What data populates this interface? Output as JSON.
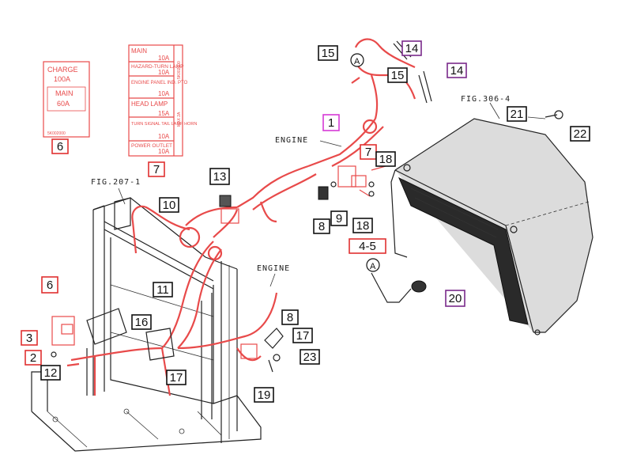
{
  "labels": {
    "engine_top": "ENGINE",
    "engine_bottom": "ENGINE",
    "fig_207": "FIG.207-1",
    "fig_306": "FIG.306-4",
    "circle_a": "A"
  },
  "charge_tag": {
    "line1": "CHARGE",
    "line2": "100A",
    "line3": "MAIN",
    "line4": "60A",
    "code": "5K002000"
  },
  "fuse_tag": {
    "rows": [
      {
        "name": "MAIN",
        "amp": "10A"
      },
      {
        "name": "HAZARD-TURN LAMP",
        "amp": "10A"
      },
      {
        "name": "ENGINE PANEL IND. PTO",
        "amp": "10A"
      },
      {
        "name": "HEAD LAMP",
        "amp": "15A"
      },
      {
        "name": "TURN SIGNAL TAIL LAMP HORN",
        "amp": "10A"
      },
      {
        "name": "POWER OUTLET",
        "amp": "10A"
      }
    ],
    "side_codes": [
      "MAX 2A",
      "5K002100"
    ]
  },
  "callouts": [
    {
      "id": "c1",
      "text": "1",
      "color": "#d63ad6"
    },
    {
      "id": "c2",
      "text": "2",
      "color": "#e03030"
    },
    {
      "id": "c3",
      "text": "3",
      "color": "#e03030"
    },
    {
      "id": "c4_5",
      "text": "4-5",
      "color": "#e03030"
    },
    {
      "id": "c6a",
      "text": "6",
      "color": "#e03030"
    },
    {
      "id": "c6b",
      "text": "6",
      "color": "#e03030"
    },
    {
      "id": "c7a",
      "text": "7",
      "color": "#e03030"
    },
    {
      "id": "c7b",
      "text": "7",
      "color": "#e03030"
    },
    {
      "id": "c8a",
      "text": "8",
      "color": "#111111"
    },
    {
      "id": "c8b",
      "text": "8",
      "color": "#111111"
    },
    {
      "id": "c9",
      "text": "9",
      "color": "#111111"
    },
    {
      "id": "c10",
      "text": "10",
      "color": "#111111"
    },
    {
      "id": "c11",
      "text": "11",
      "color": "#111111"
    },
    {
      "id": "c12",
      "text": "12",
      "color": "#111111"
    },
    {
      "id": "c13",
      "text": "13",
      "color": "#111111"
    },
    {
      "id": "c14a",
      "text": "14",
      "color": "#7a2a8a"
    },
    {
      "id": "c14b",
      "text": "14",
      "color": "#7a2a8a"
    },
    {
      "id": "c15a",
      "text": "15",
      "color": "#111111"
    },
    {
      "id": "c15b",
      "text": "15",
      "color": "#111111"
    },
    {
      "id": "c16",
      "text": "16",
      "color": "#111111"
    },
    {
      "id": "c17a",
      "text": "17",
      "color": "#111111"
    },
    {
      "id": "c17b",
      "text": "17",
      "color": "#111111"
    },
    {
      "id": "c18a",
      "text": "18",
      "color": "#111111"
    },
    {
      "id": "c18b",
      "text": "18",
      "color": "#111111"
    },
    {
      "id": "c19",
      "text": "19",
      "color": "#111111"
    },
    {
      "id": "c20",
      "text": "20",
      "color": "#7a2a8a"
    },
    {
      "id": "c21",
      "text": "21",
      "color": "#111111"
    },
    {
      "id": "c22",
      "text": "22",
      "color": "#111111"
    },
    {
      "id": "c23",
      "text": "23",
      "color": "#111111"
    }
  ]
}
